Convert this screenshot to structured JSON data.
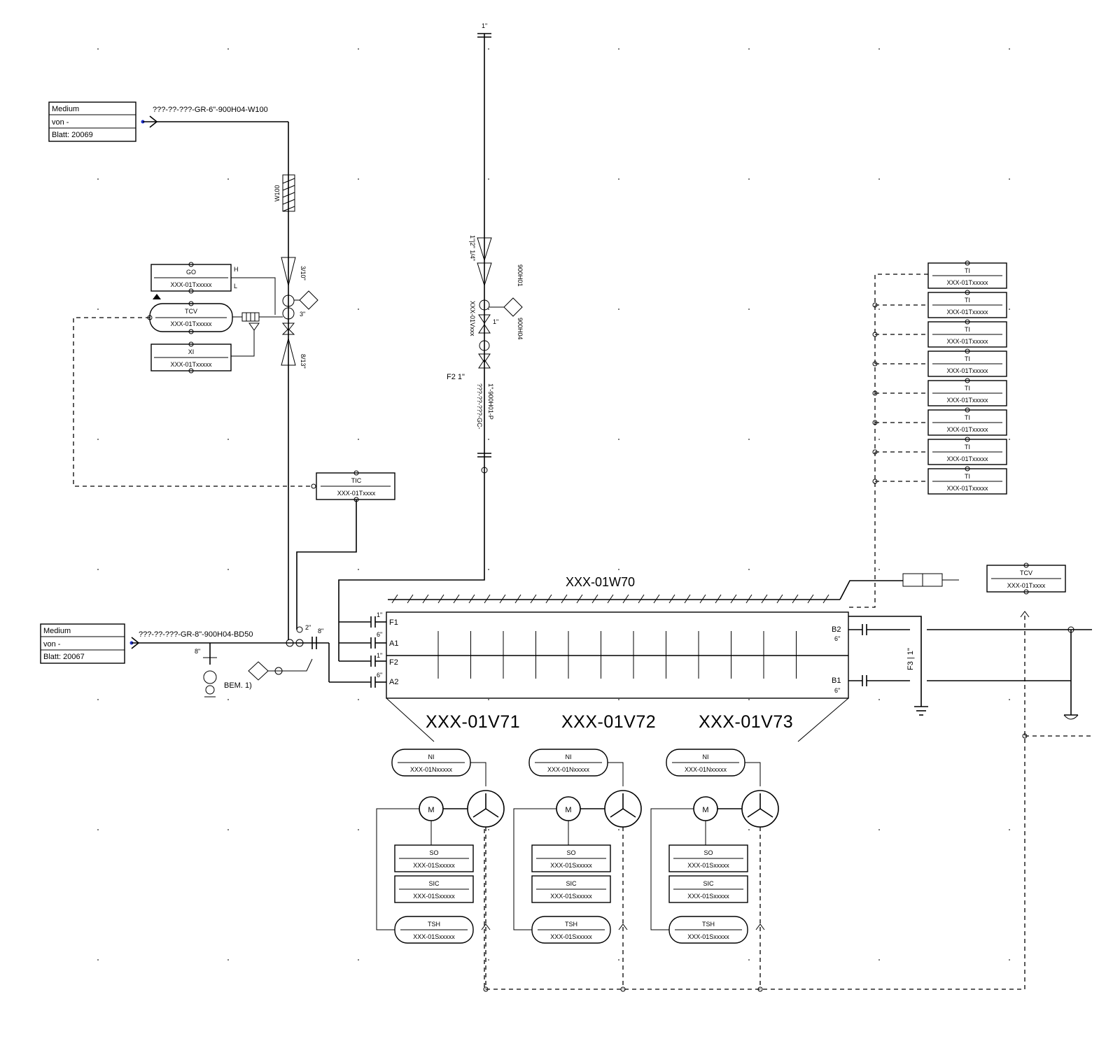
{
  "source_boxes": [
    {
      "medium": "Medium",
      "von": "von -",
      "blatt": "Blatt: 20069"
    },
    {
      "medium": "Medium",
      "von": "von -",
      "blatt": "Blatt: 20067"
    }
  ],
  "lines": {
    "top_line": "???-??-???-GR-6\"-900H04-W100",
    "main_line": "???-??-???-GR-8\"-900H04-BD50",
    "vertical_line": "???-??-???-GC-",
    "vertical_line_2": "1\"-900H01-P",
    "w100": "W100",
    "vertical_size": "1\"|2\" 1/4\"",
    "xxx_01vxxx": "XXX-01Vxxx",
    "spec1": "900H01",
    "spec2": "900H04",
    "f2": "F2 1\"",
    "one_inch_top": "1\"",
    "one_inch_vlv": "1\"",
    "size_310": "3/10\"",
    "size_813": "8/13\"",
    "size_3": "3\"",
    "size_8a": "8\"",
    "size_8b": "8\"",
    "size_2": "2\"",
    "bem": "BEM. 1)",
    "f31": "F3 | 1\""
  },
  "instruments": {
    "left_top": {
      "tag": "GO",
      "id": "XXX-01Txxxxx",
      "h": "H",
      "l": "L"
    },
    "left_tcv": {
      "tag": "TCV",
      "id": "XXX-01Txxxxx"
    },
    "left_xi": {
      "tag": "XI",
      "id": "XXX-01Txxxxx"
    },
    "tic": {
      "tag": "TIC",
      "id": "XXX-01Txxxx"
    },
    "tcv_right": {
      "tag": "TCV",
      "id": "XXX-01Txxxx"
    },
    "ti_stack": [
      {
        "tag": "TI",
        "id": "XXX-01Txxxxx"
      },
      {
        "tag": "TI",
        "id": "XXX-01Txxxxx"
      },
      {
        "tag": "TI",
        "id": "XXX-01Txxxxx"
      },
      {
        "tag": "TI",
        "id": "XXX-01Txxxxx"
      },
      {
        "tag": "TI",
        "id": "XXX-01Txxxxx"
      },
      {
        "tag": "TI",
        "id": "XXX-01Txxxxx"
      },
      {
        "tag": "TI",
        "id": "XXX-01Txxxxx"
      },
      {
        "tag": "TI",
        "id": "XXX-01Txxxxx"
      }
    ]
  },
  "exchanger": {
    "name": "XXX-01W70",
    "nozzles": {
      "f1": "F1",
      "a1": "A1",
      "f2": "F2",
      "a2": "A2",
      "b2": "B2",
      "b1": "B1"
    },
    "nozzle_sizes": {
      "s1": "1\"",
      "s2": "6\"",
      "s3": "1\"",
      "s4": "6\"",
      "s5": "6\"",
      "s6": "6\""
    }
  },
  "fans": [
    {
      "name": "XXX-01V71",
      "ni_id": "XXX-01Nxxxxx",
      "so_id": "XXX-01Sxxxxx",
      "sic_id": "XXX-01Sxxxxx",
      "tsh_id": "XXX-01Sxxxxx"
    },
    {
      "name": "XXX-01V72",
      "ni_id": "XXX-01Nxxxxx",
      "so_id": "XXX-01Sxxxxx",
      "sic_id": "XXX-01Sxxxxx",
      "tsh_id": "XXX-01Sxxxxx"
    },
    {
      "name": "XXX-01V73",
      "ni_id": "XXX-01Nxxxxx",
      "so_id": "XXX-01Sxxxxx",
      "sic_id": "XXX-01Sxxxxx",
      "tsh_id": "XXX-01Sxxxxx"
    }
  ],
  "fan_tags": {
    "ni": "NI",
    "so": "SO",
    "sic": "SIC",
    "tsh": "TSH",
    "motor": "M"
  }
}
